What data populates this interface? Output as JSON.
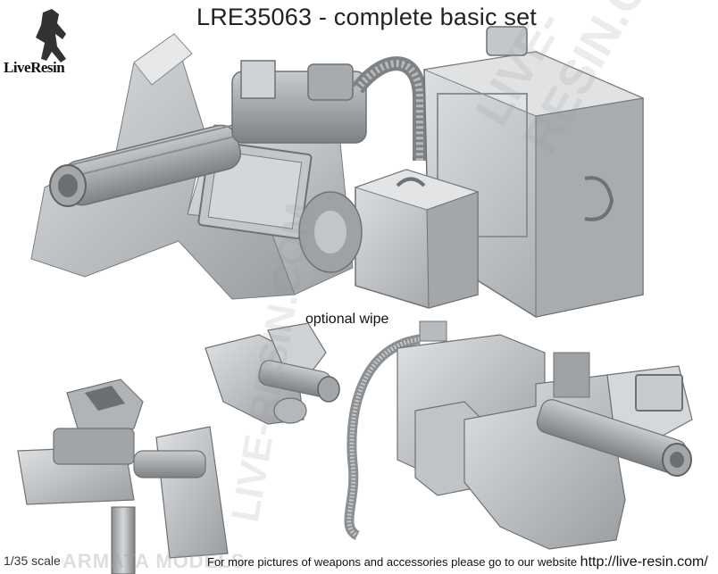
{
  "header": {
    "title": "LRE35063 - complete basic set",
    "brand": "LiveResin"
  },
  "captions": {
    "optional": "optional wipe",
    "scale": "1/35 scale"
  },
  "footer": {
    "text": "For more pictures of weapons and accessories please go to our website ",
    "url": "http://live-resin.com/"
  },
  "watermark": {
    "text": "LIVE-RESIN.COM",
    "bottom": "ARMATA MODELS"
  },
  "colors": {
    "background": "#ffffff",
    "resin": "#b9bcbf",
    "resin_dark": "#6e7275",
    "resin_light": "#dcdee0"
  }
}
